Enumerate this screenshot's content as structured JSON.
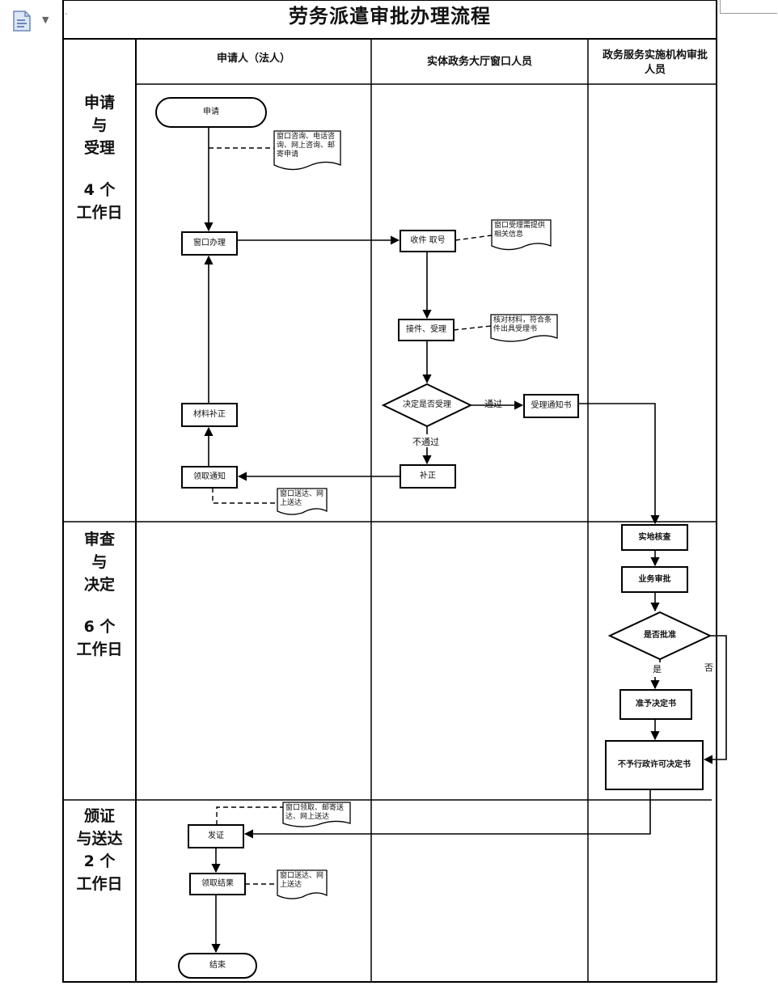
{
  "title": "劳务派遣审批办理流程",
  "lanes": {
    "applicant": "申请人（法人）",
    "window": "实体政务大厅窗口人员",
    "approver": "政务服务实施机构审批人员"
  },
  "phases": [
    {
      "name_lines": [
        "申请",
        "与",
        "受理"
      ],
      "days_lines": [
        "4 个",
        "工作日"
      ]
    },
    {
      "name_lines": [
        "审查",
        "与",
        "决定"
      ],
      "days_lines": [
        "6 个",
        "工作日"
      ]
    },
    {
      "name_lines": [
        "颁证",
        "与送达"
      ],
      "days_lines": [
        "2 个",
        "工作日"
      ]
    }
  ],
  "nodes": {
    "apply": "申请",
    "window_submit": "窗口办理",
    "receive_number": "收件  取号",
    "check_accept": "接件、受理",
    "decide_accept": "决定是否受理",
    "accept_notice": "受理通知书",
    "supplement_applicant": "材料补正",
    "correction": "补正",
    "receive_notice": "领取通知",
    "onsite_check": "实地核查",
    "business_review": "业务审批",
    "decide_approve": "是否批准",
    "make_decision": "准予决定书",
    "reject_notice": "不予行政许可决定书",
    "certificate": "发证",
    "collect_result": "领取结果",
    "end": "结束"
  },
  "notes": {
    "apply_channel": "窗口咨询、电话咨询、网上咨询、邮寄申请",
    "number_info": "窗口受理需提供相关信息",
    "accept_material": "核对材料，符合条件出具受理书",
    "window_deliver_1": "窗口送达、网上送达",
    "deliver_method": "窗口领取、邮寄送达、网上送达",
    "window_deliver_2": "窗口送达、网上送达"
  },
  "edges": {
    "pass": "通过",
    "fail": "不通过",
    "yes": "是",
    "no": "否"
  }
}
